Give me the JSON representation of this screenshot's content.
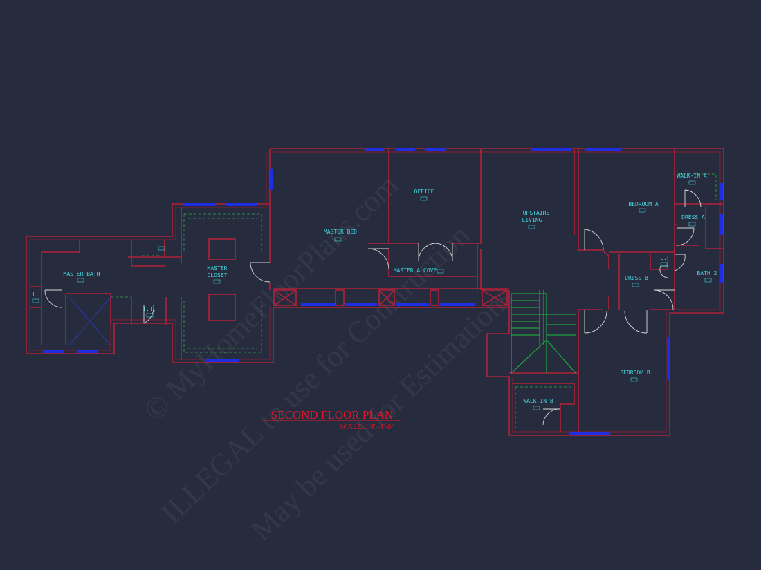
{
  "colors": {
    "background": "#262b3d",
    "wall": "#b0223a",
    "window": "#1f2ee0",
    "label": "#42d7e0",
    "title": "#e01a2c",
    "stair": "#1fbf3a",
    "door": "#d8d8d8"
  },
  "plan": {
    "title": "SECOND FLOOR PLAN",
    "scale": "SCALE: 1/4\"=1'-0\""
  },
  "watermark": {
    "line1": "© MyHomeFloorPlans.com",
    "line2": "ILLEGAL to use for Construction",
    "line3": "May be used for Estimations"
  },
  "rooms": {
    "master_bath": {
      "name": "MASTER BATH",
      "tag": ""
    },
    "linen_1": {
      "name": "L.",
      "tag": ""
    },
    "linen_2": {
      "name": "L.",
      "tag": ""
    },
    "toilet": {
      "name": "T.T.",
      "tag": ""
    },
    "master_closet_a": {
      "name": "MASTER",
      "name2": "CLOSET",
      "tag": ""
    },
    "master_bed": {
      "name": "MASTER BED",
      "tag": ""
    },
    "office": {
      "name": "OFFICE",
      "tag": ""
    },
    "master_alcove": {
      "name": "MASTER ALCOVE",
      "tag": ""
    },
    "upstairs_living": {
      "name": "UPSTAIRS",
      "name2": "LIVING",
      "tag": ""
    },
    "bedroom_a": {
      "name": "BEDROOM A",
      "tag": ""
    },
    "walkin_a": {
      "name": "WALK-IN A",
      "tag": ""
    },
    "dress_a": {
      "name": "DRESS A",
      "tag": ""
    },
    "linen_3": {
      "name": "L.",
      "tag": ""
    },
    "dress_b": {
      "name": "DRESS B",
      "tag": ""
    },
    "bath_2": {
      "name": "BATH 2",
      "tag": ""
    },
    "bedroom_b": {
      "name": "BEDROOM B",
      "tag": ""
    },
    "walkin_b": {
      "name": "WALK-IN B",
      "tag": ""
    }
  }
}
